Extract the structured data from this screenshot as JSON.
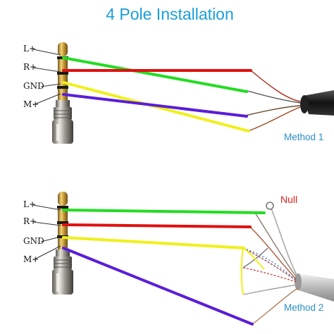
{
  "title": "4 Pole Installation",
  "colors": {
    "title": "#1a9fd8",
    "method": "#2a8fc8",
    "null": "#e0201b",
    "green": "#22dd22",
    "red": "#e01010",
    "yellow": "#f0f01a",
    "purple": "#5a1ed8"
  },
  "pins": [
    "L+",
    "R+",
    "GND",
    "M+"
  ],
  "diagrams": [
    {
      "method": "Method 1",
      "null_label": ""
    },
    {
      "method": "Method 2",
      "null_label": "Null"
    }
  ]
}
